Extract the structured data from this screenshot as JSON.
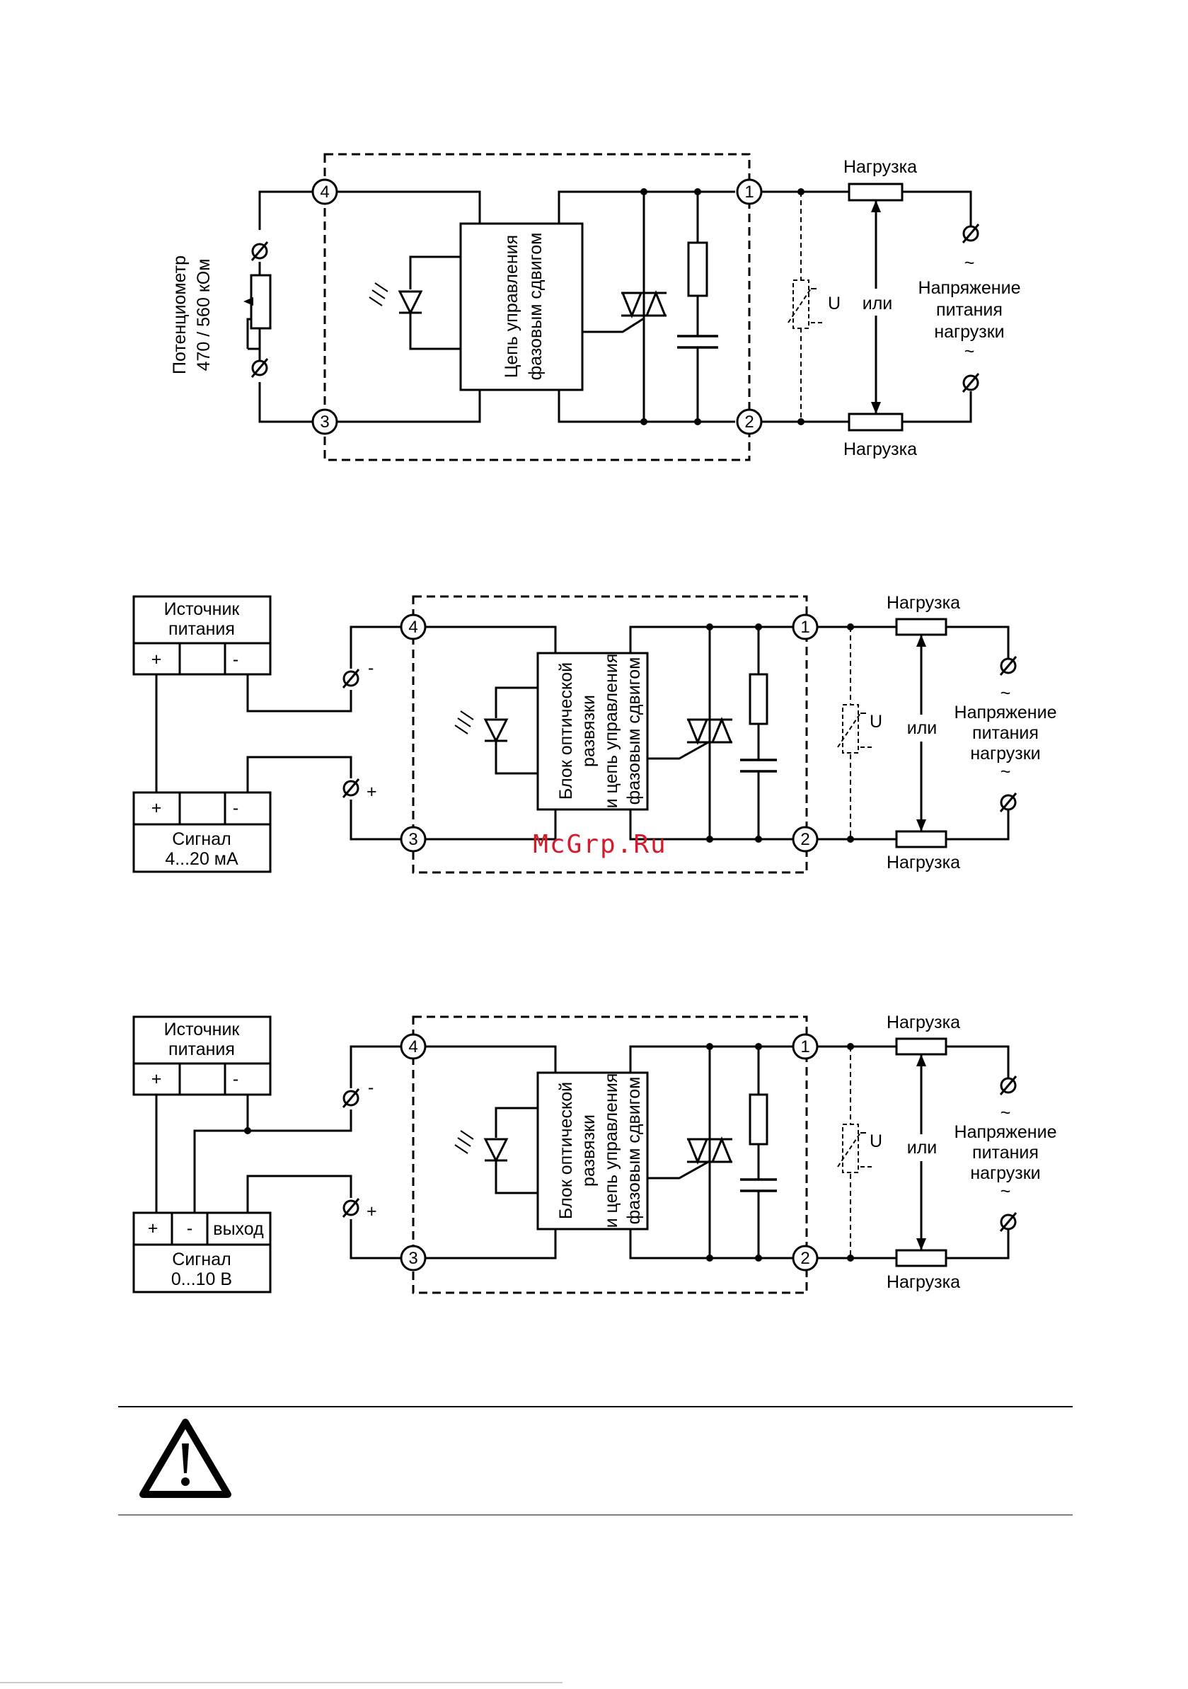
{
  "watermark": "McGrp.Ru",
  "terminals": {
    "t1": "1",
    "t2": "2",
    "t3": "3",
    "t4": "4"
  },
  "load": {
    "label": "Нагрузка",
    "or": "или",
    "varistor": "U",
    "tilde": "~",
    "supply_line1": "Напряжение",
    "supply_line2": "питания",
    "supply_line3": "нагрузки"
  },
  "diagram1": {
    "potentiometer_line1": "Потенциометр",
    "potentiometer_line2": "470 / 560 кОм",
    "block_line1": "Цепь управления",
    "block_line2": "фазовым сдвигом"
  },
  "diagram2": {
    "block_line1": "Блок оптической",
    "block_line2": "развязки",
    "block_line3": "и цепь управления",
    "block_line4": "фазовым сдвигом",
    "power_source_line1": "Источник",
    "power_source_line2": "питания",
    "plus": "+",
    "minus": "-",
    "signal_line1": "Сигнал",
    "signal_line2": "4...20 мА"
  },
  "diagram3": {
    "power_source_line1": "Источник",
    "power_source_line2": "питания",
    "plus": "+",
    "minus": "-",
    "output": "выход",
    "signal_line1": "Сигнал",
    "signal_line2": "0...10 В"
  },
  "warning_icon": "warning-triangle-icon"
}
